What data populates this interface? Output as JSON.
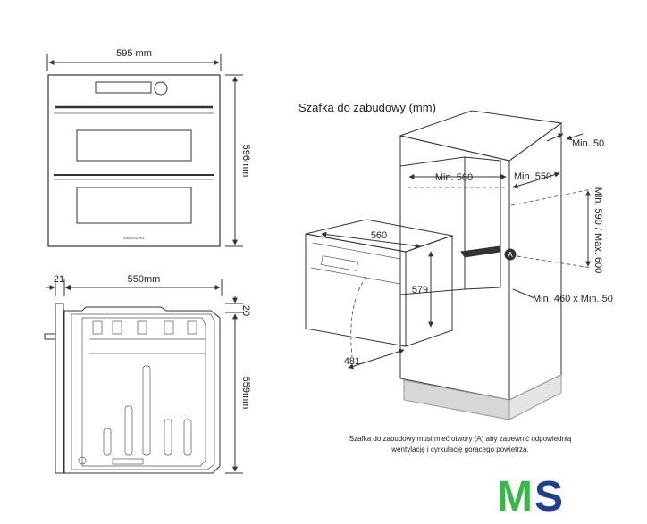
{
  "front_view": {
    "width_label": "595 mm",
    "height_label": "596mm",
    "brand_label": "SAMSUNG"
  },
  "side_view": {
    "door_label": "21",
    "depth_label": "550mm",
    "top_gap_label": "20",
    "height_label": "559mm"
  },
  "cabinet": {
    "title": "Szafka do zabudowy (mm)",
    "min_depth_label": "Min. 50",
    "min_width_label": "Min. 560",
    "min_depth2_label": "Min. 550",
    "height_range_label": "Min. 590 / Max. 600",
    "oven_width_label": "560",
    "oven_height_label": "579",
    "oven_depth_label": "481",
    "marker_label": "A",
    "opening_label": "Min. 460 x Min. 50",
    "note_line1": "Szafka do zabudowy musi mieć otwory (A) aby zapewnić odpowiednią",
    "note_line2": "wentylację i cyrkulację gorącego powietrza."
  },
  "logo": {
    "m": "M",
    "s": "S"
  }
}
